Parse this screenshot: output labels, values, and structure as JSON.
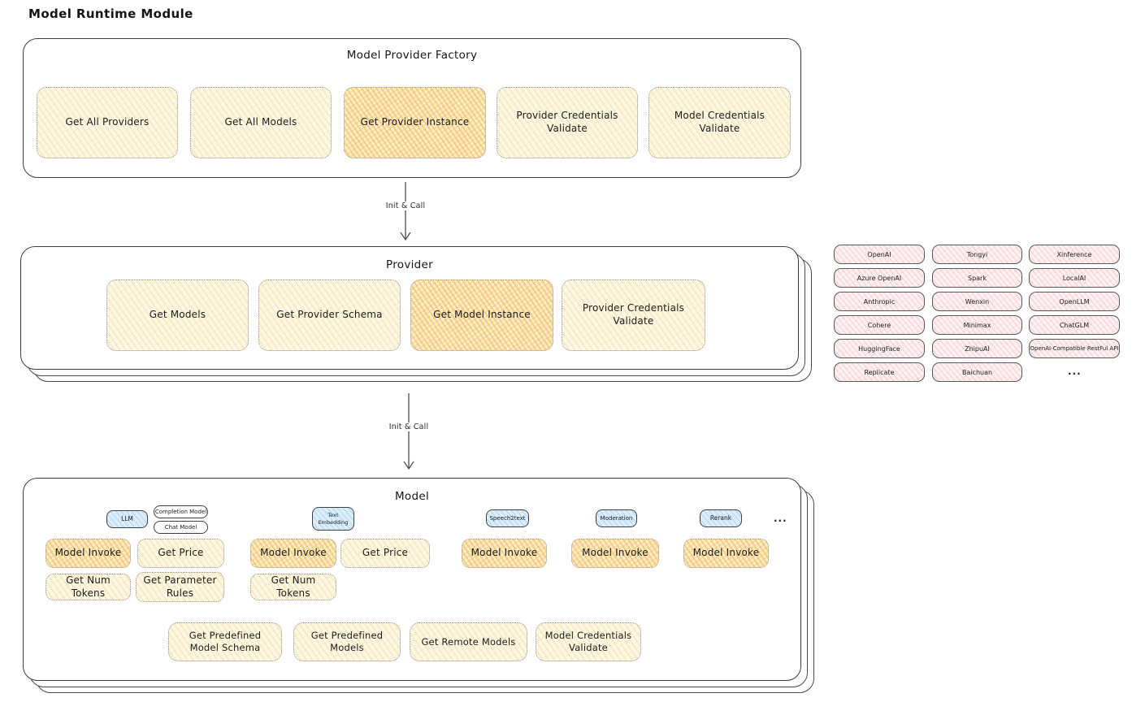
{
  "page_title": "Model Runtime Module",
  "arrows": {
    "top_label": "Init & Call",
    "bottom_label": "Init & Call"
  },
  "factory": {
    "title": "Model Provider Factory",
    "ops": [
      "Get All Providers",
      "Get All Models",
      "Get Provider Instance",
      "Provider Credentials Validate",
      "Model Credentials Validate"
    ]
  },
  "provider": {
    "title": "Provider",
    "ops": [
      "Get Models",
      "Get Provider Schema",
      "Get Model Instance",
      "Provider Credentials Validate"
    ]
  },
  "providers_list": {
    "col1": [
      "OpenAI",
      "Azure OpenAI",
      "Anthropic",
      "Cohere",
      "HuggingFace",
      "Replicate"
    ],
    "col2": [
      "Tongyi",
      "Spark",
      "Wenxin",
      "Minimax",
      "ZhipuAI",
      "Baichuan"
    ],
    "col3": [
      "Xinference",
      "LocalAI",
      "OpenLLM",
      "ChatGLM",
      "OpenAI-Compatible RestFul API"
    ],
    "more": "..."
  },
  "model": {
    "title": "Model",
    "tabs": {
      "llm": "LLM",
      "completion": "Completion Model",
      "chat": "Chat Model",
      "text_embedding": "Text Embedding",
      "speech2text": "Speech2text",
      "moderation": "Moderation",
      "rerank": "Rerank",
      "more": "..."
    },
    "ops": {
      "model_invoke": "Model Invoke",
      "get_price": "Get Price",
      "get_num_tokens": "Get Num Tokens",
      "get_parameter_rules": "Get Parameter Rules",
      "get_predefined_model_schema": "Get Predefined Model Schema",
      "get_predefined_models": "Get Predefined Models",
      "get_remote_models": "Get Remote Models",
      "model_credentials_validate": "Model Credentials Validate"
    }
  },
  "colors": {
    "accent_orange": "#f2ae42",
    "cream": "#fdf8e6",
    "pink": "#fdf1f1",
    "blue_chip": "#ddeefa",
    "border_dark": "#3d3d3d"
  }
}
